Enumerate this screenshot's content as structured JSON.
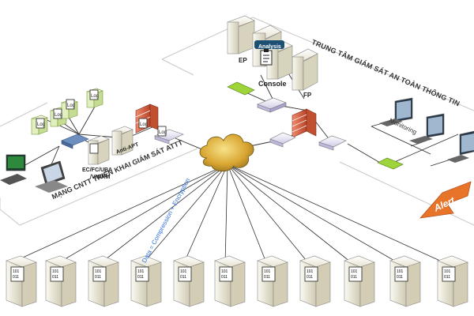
{
  "soc": {
    "title": "TRUNG TÂM GIÁM SÁT AN TOÀN THÔNG TIN",
    "ep": "EP",
    "console": "Console",
    "fp": "FP",
    "analysis": "Analysis",
    "monitoring": "Monitoring"
  },
  "network": {
    "title": "MẠNG CNTT TRIỂN KHAI GIÁM SÁT ATTT",
    "ec_label": "EC/FC/UBA",
    "vm_label": "/VM/RM",
    "anti_apt": "Anti-APT",
    "log": "Log"
  },
  "channel": {
    "data_label": "Data = Compression + Encryption"
  },
  "alert": "Alert",
  "server_code_a": "101",
  "server_code_b": "011",
  "colors": {
    "line": "#222222",
    "platform": "#cfcfcf",
    "cloud": "#d9a531",
    "firewall": "#e0735a",
    "alert": "#e8742a",
    "server": "#ece9dc",
    "switch": "#e9e6f5",
    "data_text": "#2f6fd6"
  }
}
